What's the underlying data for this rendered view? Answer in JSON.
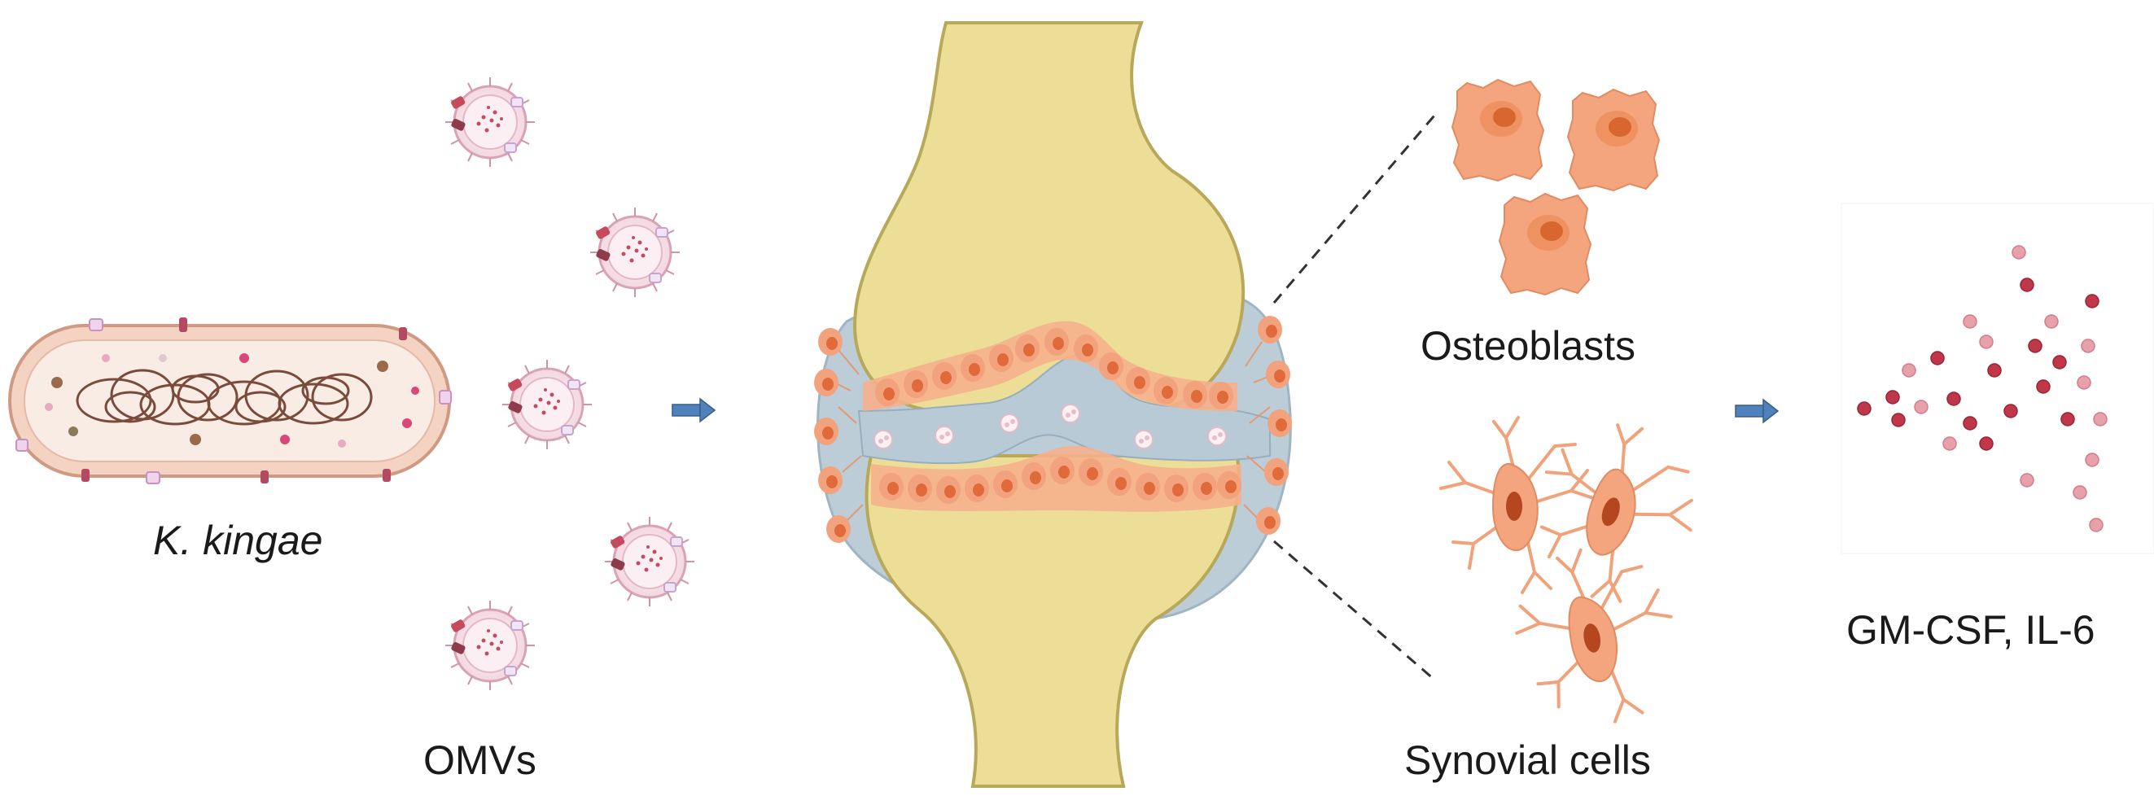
{
  "labels": {
    "bacterium": "K. kingae",
    "vesicles": "OMVs",
    "osteoblasts": "Osteoblasts",
    "synovial": "Synovial cells",
    "cytokines": "GM-CSF, IL-6"
  },
  "colors": {
    "bone": "#ecde96",
    "bone_edge": "#b8a85a",
    "synovial_fluid": "#b8cad6",
    "cartilage_cell": "#f2a27c",
    "cell_nucleus": "#d9652e",
    "arrow": "#4f81bd",
    "cytokine_dark": "#c0374a",
    "cytokine_light": "#e8a0aa",
    "bacterium_body": "#f7e3d3",
    "bacterium_dna": "#7a4b3a"
  },
  "icons": {
    "bacterium": "rod-bacterium-icon",
    "vesicle": "outer-membrane-vesicle-icon",
    "joint": "knee-joint-icon",
    "osteoblast": "osteoblast-cell-icon",
    "synovial_cell": "synovial-cell-icon",
    "arrow": "right-arrow-icon",
    "cytokine": "cytokine-dot-icon"
  }
}
